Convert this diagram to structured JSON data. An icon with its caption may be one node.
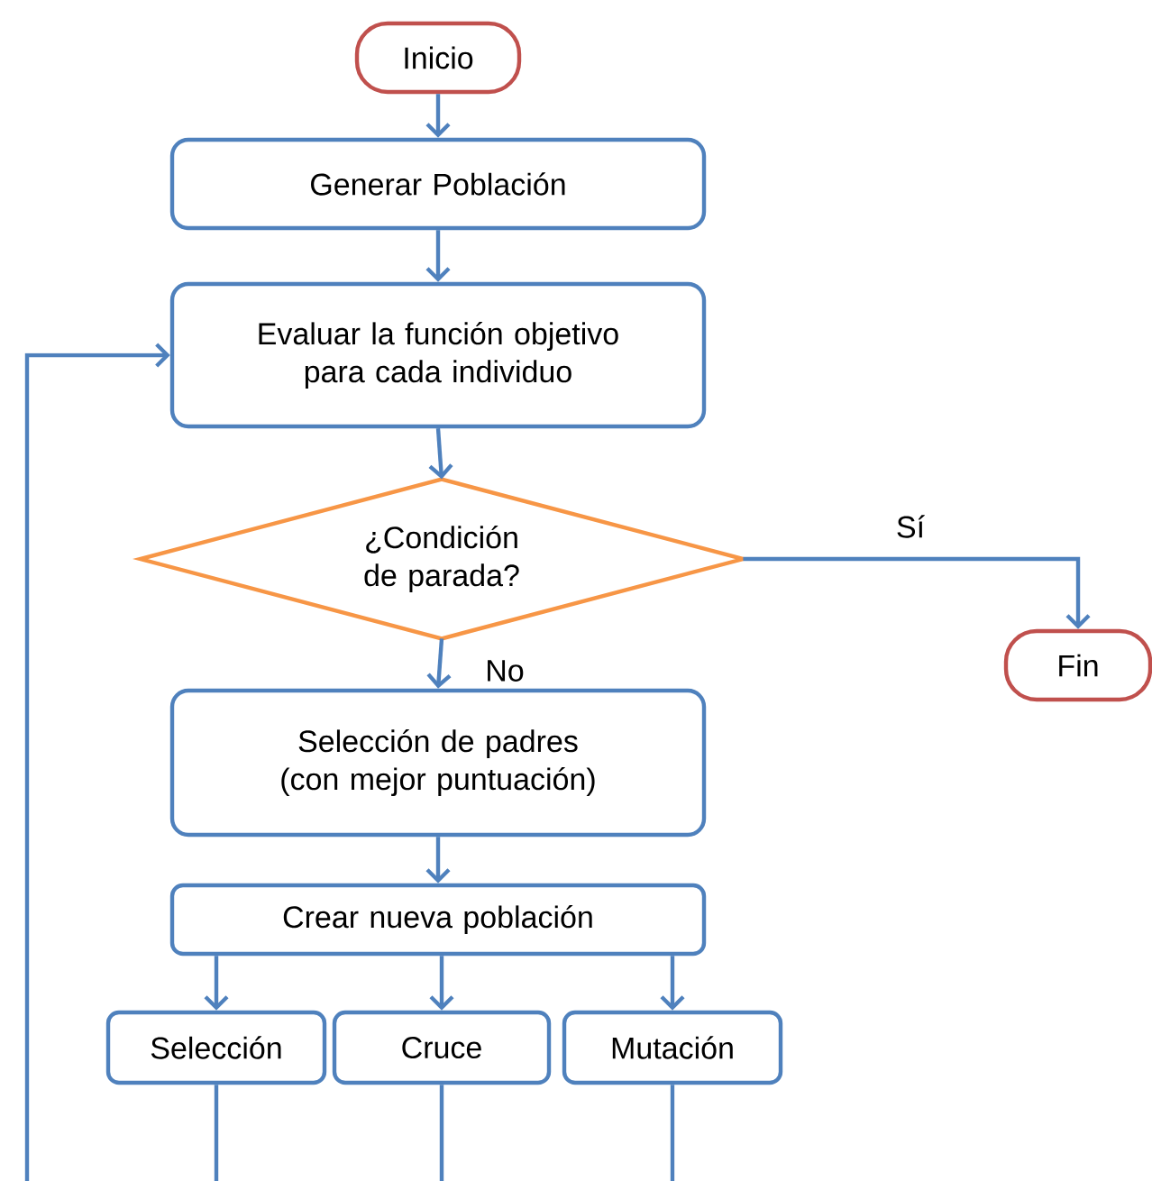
{
  "diagram": {
    "nodes": [
      {
        "text": [
          "Inicio"
        ]
      },
      {
        "text": [
          "Generar Población"
        ]
      },
      {
        "text": [
          "Evaluar la función objetivo para cada individuo"
        ]
      },
      {
        "text": [
          "¿Condición de parada?"
        ]
      },
      {
        "text": [
          "Fin"
        ]
      },
      {
        "text": [
          "Selección de padres (con mejor puntuación)"
        ]
      },
      {
        "text": [
          "Crear nueva población"
        ]
      },
      {
        "text": [
          "Selección"
        ]
      },
      {
        "text": [
          "Cruce"
        ]
      },
      {
        "text": [
          "Mutación"
        ]
      }
    ],
    "edges": [
      {
        "from": 0,
        "to": 1,
        "arrow": "to"
      },
      {
        "from": 1,
        "to": 2,
        "arrow": "to"
      },
      {
        "from": 2,
        "to": 3,
        "arrow": "to"
      },
      {
        "from": 3,
        "to": 4,
        "arrow": "to",
        "label": "Sí"
      },
      {
        "from": 3,
        "to": 5,
        "arrow": "to",
        "label": "No"
      },
      {
        "from": 5,
        "to": 6,
        "arrow": "to"
      },
      {
        "from": 6,
        "to": 7,
        "arrow": "to"
      },
      {
        "from": 6,
        "to": 8,
        "arrow": "to"
      },
      {
        "from": 6,
        "to": 9,
        "arrow": "to"
      },
      {
        "from": 7,
        "to": null,
        "arrow": "none"
      },
      {
        "from": 8,
        "to": null,
        "arrow": "none"
      },
      {
        "from": 9,
        "to": null,
        "arrow": "none"
      },
      {
        "from": null,
        "to": 2,
        "arrow": "to"
      }
    ]
  }
}
